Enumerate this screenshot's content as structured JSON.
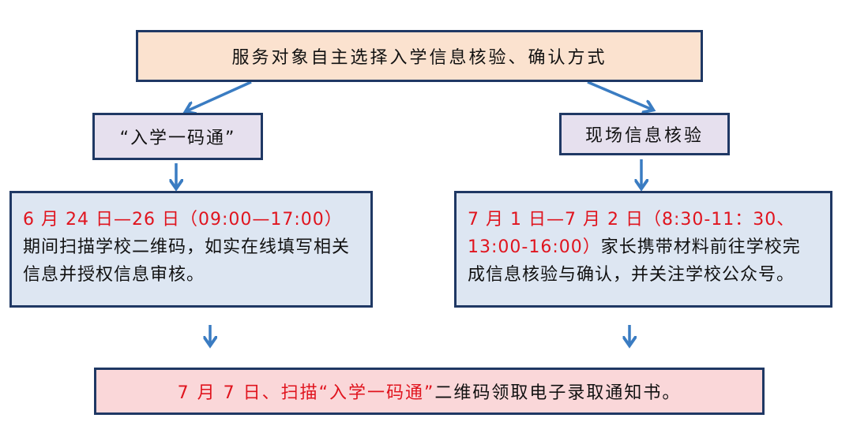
{
  "flowchart": {
    "top": {
      "text": "服务对象自主选择入学信息核验、确认方式"
    },
    "left_label": {
      "text": "“入学一码通”"
    },
    "right_label": {
      "text": "现场信息核验"
    },
    "left_detail": {
      "red": "6 月 24 日—26 日（09:00—17:00）",
      "black": "期间扫描学校二维码，如实在线填写相关信息并授权信息审核。"
    },
    "right_detail": {
      "red": "7 月 1 日—7 月 2 日（8:30-11：30、13:00-16:00）",
      "black": "家长携带材料前往学校完成信息核验与确认，并关注学校公众号。"
    },
    "bottom": {
      "red": "7 月 7 日、扫描“入学一码通”",
      "black": "二维码领取电子录取通知书。"
    }
  },
  "colors": {
    "border": "#1f3864",
    "arrow": "#3a7cc2",
    "top_fill": "#fbe2cf",
    "label_fill": "#e6e0ee",
    "detail_fill": "#dde6f2",
    "bottom_fill": "#fad7d9",
    "red_text": "#e0141e"
  }
}
